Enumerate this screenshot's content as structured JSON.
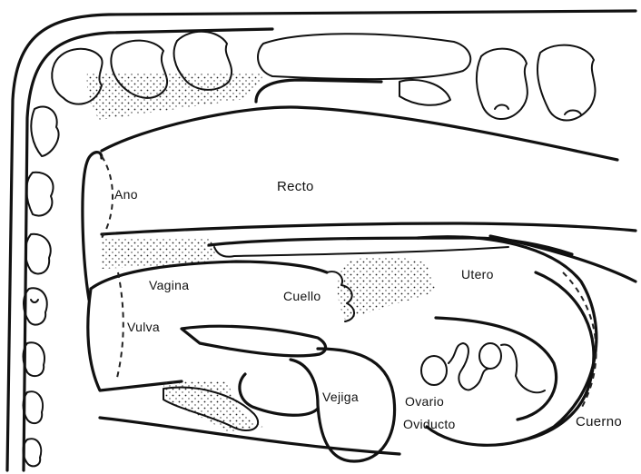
{
  "labels": {
    "ano": "Ano",
    "recto": "Recto",
    "vagina": "Vagina",
    "cuello": "Cuello",
    "utero": "Utero",
    "vulva": "Vulva",
    "vejiga": "Vejiga",
    "ovario": "Ovario",
    "oviducto": "Oviducto",
    "cuerno": "Cuerno"
  },
  "colors": {
    "ink": "#111111",
    "paper": "#ffffff"
  }
}
